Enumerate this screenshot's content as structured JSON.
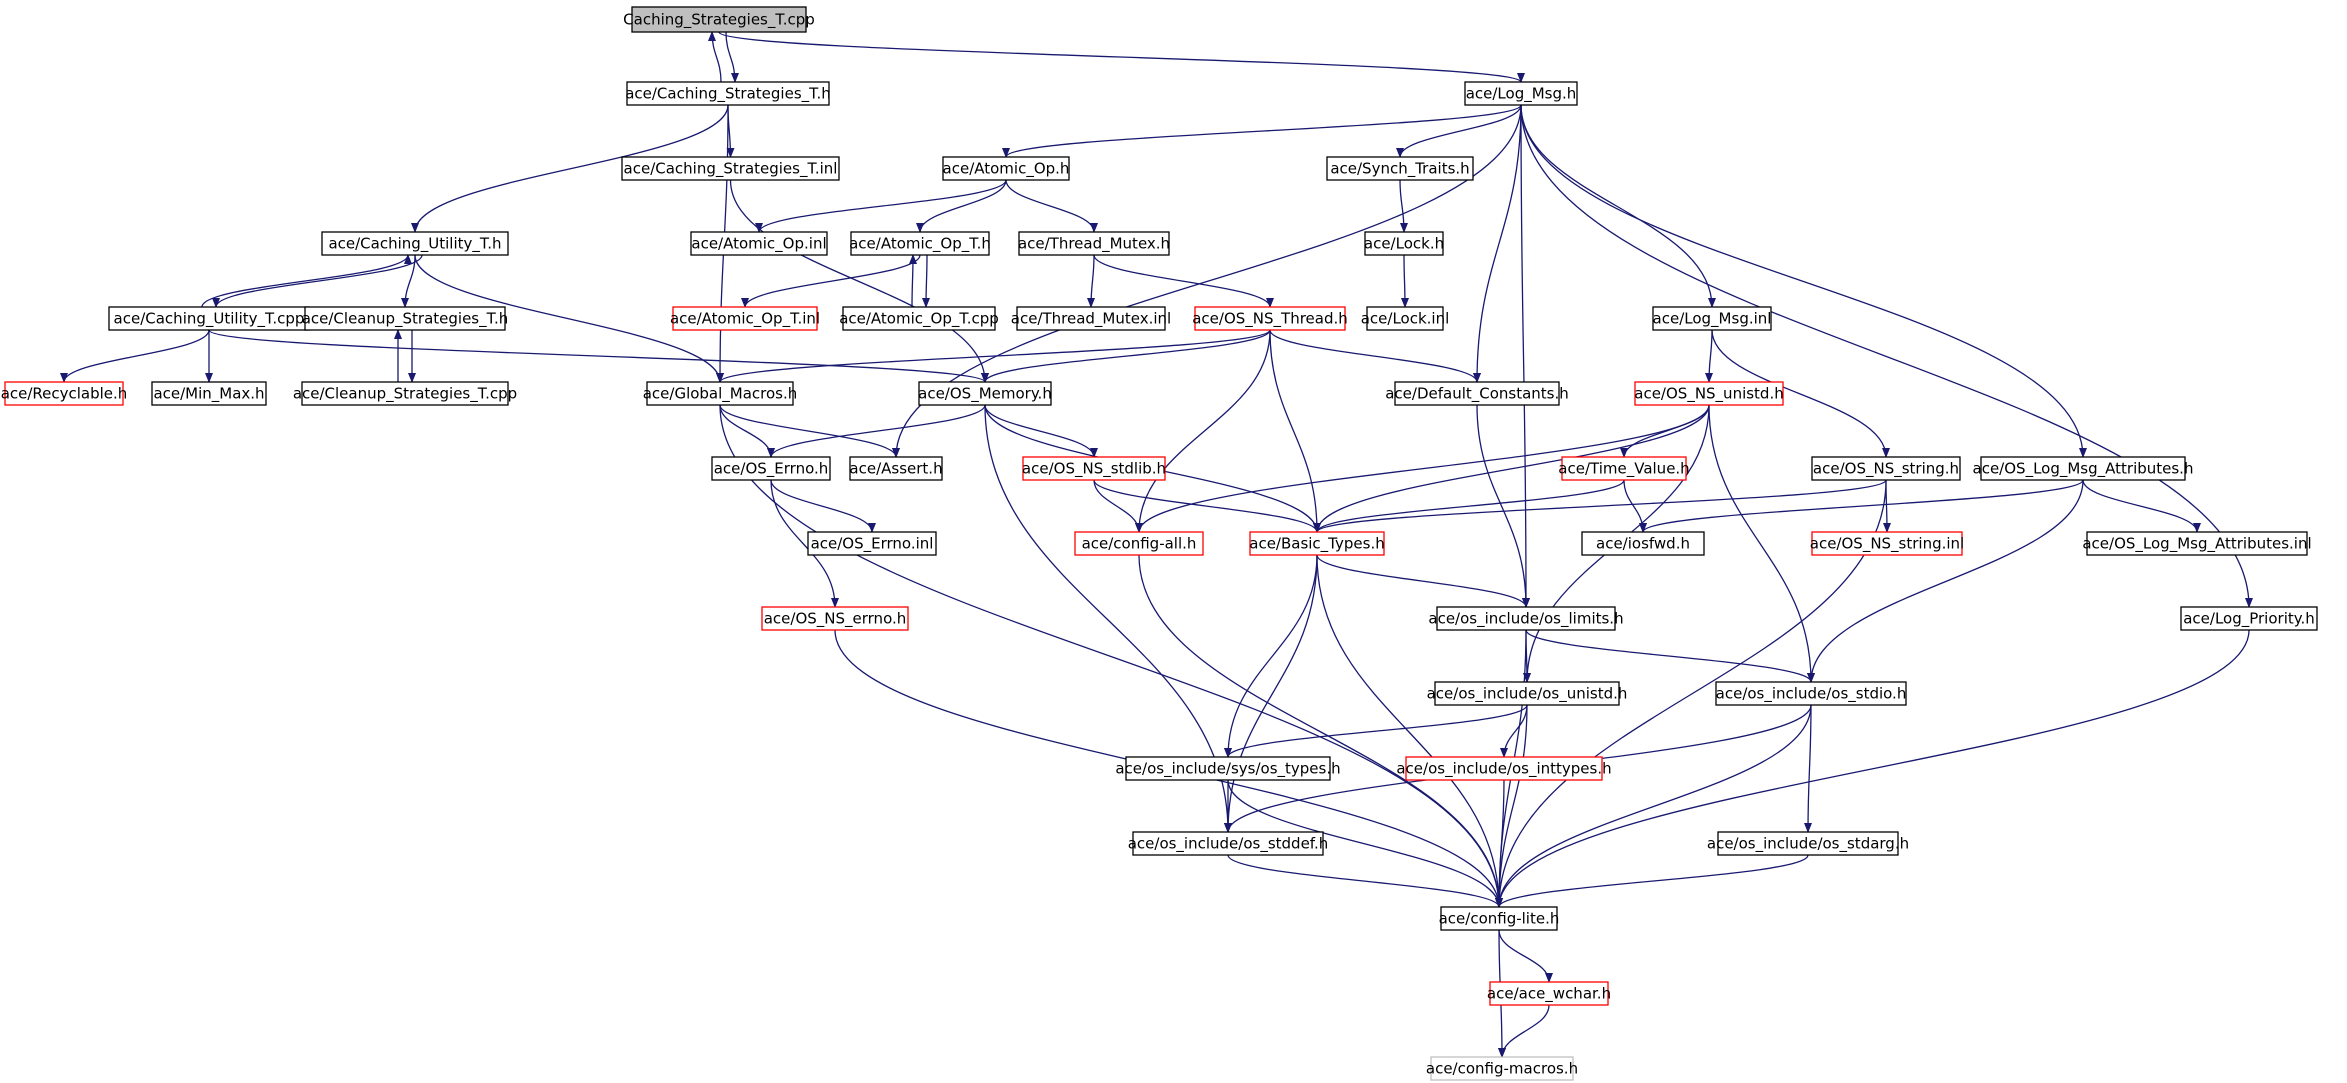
{
  "title": "Caching_Strategies_T.cpp",
  "colors": {
    "edge": "#191970",
    "node_border_normal": "#000000",
    "node_border_truncated": "#ff0000",
    "node_border_external": "#bfbfbf",
    "root_fill": "#bfbfbf",
    "node_fill": "#ffffff"
  },
  "nodes": [
    {
      "id": "root",
      "label": "Caching_Strategies_T.cpp",
      "kind": "root"
    },
    {
      "id": "cst_h",
      "label": "ace/Caching_Strategies_T.h",
      "kind": "normal"
    },
    {
      "id": "logmsg_h",
      "label": "ace/Log_Msg.h",
      "kind": "normal"
    },
    {
      "id": "cst_inl",
      "label": "ace/Caching_Strategies_T.inl",
      "kind": "normal"
    },
    {
      "id": "atomic_h",
      "label": "ace/Atomic_Op.h",
      "kind": "normal"
    },
    {
      "id": "synch",
      "label": "ace/Synch_Traits.h",
      "kind": "normal"
    },
    {
      "id": "cut_h",
      "label": "ace/Caching_Utility_T.h",
      "kind": "normal"
    },
    {
      "id": "atomic_inl",
      "label": "ace/Atomic_Op.inl",
      "kind": "normal"
    },
    {
      "id": "atomicT_h",
      "label": "ace/Atomic_Op_T.h",
      "kind": "normal"
    },
    {
      "id": "tmutex_h",
      "label": "ace/Thread_Mutex.h",
      "kind": "normal"
    },
    {
      "id": "lock_h",
      "label": "ace/Lock.h",
      "kind": "normal"
    },
    {
      "id": "cut_cpp",
      "label": "ace/Caching_Utility_T.cpp",
      "kind": "normal"
    },
    {
      "id": "cleanup_h",
      "label": "ace/Cleanup_Strategies_T.h",
      "kind": "normal"
    },
    {
      "id": "atomicT_inl",
      "label": "ace/Atomic_Op_T.inl",
      "kind": "truncated"
    },
    {
      "id": "atomicT_cpp",
      "label": "ace/Atomic_Op_T.cpp",
      "kind": "normal"
    },
    {
      "id": "tmutex_inl",
      "label": "ace/Thread_Mutex.inl",
      "kind": "normal"
    },
    {
      "id": "osthread",
      "label": "ace/OS_NS_Thread.h",
      "kind": "truncated"
    },
    {
      "id": "lock_inl",
      "label": "ace/Lock.inl",
      "kind": "normal"
    },
    {
      "id": "logmsg_inl",
      "label": "ace/Log_Msg.inl",
      "kind": "normal"
    },
    {
      "id": "recyclable",
      "label": "ace/Recyclable.h",
      "kind": "truncated"
    },
    {
      "id": "minmax",
      "label": "ace/Min_Max.h",
      "kind": "normal"
    },
    {
      "id": "cleanup_cpp",
      "label": "ace/Cleanup_Strategies_T.cpp",
      "kind": "normal"
    },
    {
      "id": "globalmacros",
      "label": "ace/Global_Macros.h",
      "kind": "normal"
    },
    {
      "id": "osmemory",
      "label": "ace/OS_Memory.h",
      "kind": "normal"
    },
    {
      "id": "defconst",
      "label": "ace/Default_Constants.h",
      "kind": "normal"
    },
    {
      "id": "osunistd",
      "label": "ace/OS_NS_unistd.h",
      "kind": "truncated"
    },
    {
      "id": "oserrno",
      "label": "ace/OS_Errno.h",
      "kind": "normal"
    },
    {
      "id": "assert",
      "label": "ace/Assert.h",
      "kind": "normal"
    },
    {
      "id": "osstdlib",
      "label": "ace/OS_NS_stdlib.h",
      "kind": "truncated"
    },
    {
      "id": "timevalue",
      "label": "ace/Time_Value.h",
      "kind": "truncated"
    },
    {
      "id": "osstring",
      "label": "ace/OS_NS_string.h",
      "kind": "normal"
    },
    {
      "id": "oslogattr",
      "label": "ace/OS_Log_Msg_Attributes.h",
      "kind": "normal"
    },
    {
      "id": "oserrno_inl",
      "label": "ace/OS_Errno.inl",
      "kind": "normal"
    },
    {
      "id": "configall",
      "label": "ace/config-all.h",
      "kind": "truncated"
    },
    {
      "id": "basictypes",
      "label": "ace/Basic_Types.h",
      "kind": "truncated"
    },
    {
      "id": "iosfwd",
      "label": "ace/iosfwd.h",
      "kind": "normal"
    },
    {
      "id": "osstring_inl",
      "label": "ace/OS_NS_string.inl",
      "kind": "truncated"
    },
    {
      "id": "oslogattr_inl",
      "label": "ace/OS_Log_Msg_Attributes.inl",
      "kind": "normal"
    },
    {
      "id": "osnserrno",
      "label": "ace/OS_NS_errno.h",
      "kind": "truncated"
    },
    {
      "id": "oslimits",
      "label": "ace/os_include/os_limits.h",
      "kind": "normal"
    },
    {
      "id": "logpriority",
      "label": "ace/Log_Priority.h",
      "kind": "normal"
    },
    {
      "id": "os_unistd",
      "label": "ace/os_include/os_unistd.h",
      "kind": "normal"
    },
    {
      "id": "os_stdio",
      "label": "ace/os_include/os_stdio.h",
      "kind": "normal"
    },
    {
      "id": "os_systypes",
      "label": "ace/os_include/sys/os_types.h",
      "kind": "normal"
    },
    {
      "id": "os_inttypes",
      "label": "ace/os_include/os_inttypes.h",
      "kind": "truncated"
    },
    {
      "id": "os_stddef",
      "label": "ace/os_include/os_stddef.h",
      "kind": "normal"
    },
    {
      "id": "os_stdarg",
      "label": "ace/os_include/os_stdarg.h",
      "kind": "normal"
    },
    {
      "id": "configlite",
      "label": "ace/config-lite.h",
      "kind": "normal"
    },
    {
      "id": "acewchar",
      "label": "ace/ace_wchar.h",
      "kind": "truncated"
    },
    {
      "id": "configmacros",
      "label": "ace/config-macros.h",
      "kind": "external"
    }
  ],
  "edges": [
    [
      "root",
      "cst_h"
    ],
    [
      "root",
      "logmsg_h"
    ],
    [
      "cst_h",
      "root"
    ],
    [
      "cst_h",
      "cst_inl"
    ],
    [
      "cst_h",
      "cut_h"
    ],
    [
      "cst_h",
      "globalmacros"
    ],
    [
      "logmsg_h",
      "atomic_h"
    ],
    [
      "logmsg_h",
      "synch"
    ],
    [
      "logmsg_h",
      "logmsg_inl"
    ],
    [
      "logmsg_h",
      "defconst"
    ],
    [
      "logmsg_h",
      "assert"
    ],
    [
      "logmsg_h",
      "oslimits"
    ],
    [
      "logmsg_h",
      "oslogattr"
    ],
    [
      "logmsg_h",
      "logpriority"
    ],
    [
      "cst_inl",
      "osmemory"
    ],
    [
      "atomic_h",
      "atomic_inl"
    ],
    [
      "atomic_h",
      "atomicT_h"
    ],
    [
      "atomic_h",
      "tmutex_h"
    ],
    [
      "synch",
      "lock_h"
    ],
    [
      "lock_h",
      "lock_inl"
    ],
    [
      "cut_h",
      "cut_cpp"
    ],
    [
      "cut_h",
      "cleanup_h"
    ],
    [
      "cut_h",
      "globalmacros"
    ],
    [
      "cut_cpp",
      "cut_h"
    ],
    [
      "cut_cpp",
      "recyclable"
    ],
    [
      "cut_cpp",
      "minmax"
    ],
    [
      "cut_cpp",
      "osmemory"
    ],
    [
      "cleanup_h",
      "cleanup_cpp"
    ],
    [
      "cleanup_cpp",
      "cleanup_h"
    ],
    [
      "atomicT_h",
      "atomicT_inl"
    ],
    [
      "atomicT_h",
      "atomicT_cpp"
    ],
    [
      "atomicT_cpp",
      "atomicT_h"
    ],
    [
      "tmutex_h",
      "tmutex_inl"
    ],
    [
      "tmutex_h",
      "osthread"
    ],
    [
      "osthread",
      "globalmacros"
    ],
    [
      "osthread",
      "osmemory"
    ],
    [
      "osthread",
      "defconst"
    ],
    [
      "osthread",
      "configall"
    ],
    [
      "osthread",
      "basictypes"
    ],
    [
      "logmsg_inl",
      "osunistd"
    ],
    [
      "logmsg_inl",
      "osstring"
    ],
    [
      "globalmacros",
      "oserrno"
    ],
    [
      "globalmacros",
      "assert"
    ],
    [
      "globalmacros",
      "configlite"
    ],
    [
      "osmemory",
      "oserrno"
    ],
    [
      "osmemory",
      "osstdlib"
    ],
    [
      "osmemory",
      "basictypes"
    ],
    [
      "osmemory",
      "os_stddef"
    ],
    [
      "defconst",
      "oslimits"
    ],
    [
      "osunistd",
      "configall"
    ],
    [
      "osunistd",
      "basictypes"
    ],
    [
      "osunistd",
      "timevalue"
    ],
    [
      "osunistd",
      "os_unistd"
    ],
    [
      "osunistd",
      "os_stdio"
    ],
    [
      "oserrno",
      "oserrno_inl"
    ],
    [
      "oserrno",
      "osnserrno"
    ],
    [
      "osstdlib",
      "configall"
    ],
    [
      "osstdlib",
      "basictypes"
    ],
    [
      "timevalue",
      "basictypes"
    ],
    [
      "timevalue",
      "iosfwd"
    ],
    [
      "osstring",
      "basictypes"
    ],
    [
      "osstring",
      "osstring_inl"
    ],
    [
      "osstring",
      "configlite"
    ],
    [
      "oslogattr",
      "iosfwd"
    ],
    [
      "oslogattr",
      "oslogattr_inl"
    ],
    [
      "oslogattr",
      "os_stdio"
    ],
    [
      "configall",
      "configlite"
    ],
    [
      "basictypes",
      "oslimits"
    ],
    [
      "basictypes",
      "os_systypes"
    ],
    [
      "basictypes",
      "configlite"
    ],
    [
      "basictypes",
      "os_stddef"
    ],
    [
      "osnserrno",
      "configlite"
    ],
    [
      "oslimits",
      "os_unistd"
    ],
    [
      "oslimits",
      "os_stdio"
    ],
    [
      "oslimits",
      "configlite"
    ],
    [
      "logpriority",
      "configlite"
    ],
    [
      "os_unistd",
      "os_systypes"
    ],
    [
      "os_unistd",
      "os_inttypes"
    ],
    [
      "os_unistd",
      "configlite"
    ],
    [
      "os_stdio",
      "os_stddef"
    ],
    [
      "os_stdio",
      "os_stdarg"
    ],
    [
      "os_stdio",
      "configlite"
    ],
    [
      "os_systypes",
      "os_stddef"
    ],
    [
      "os_systypes",
      "configlite"
    ],
    [
      "os_inttypes",
      "configlite"
    ],
    [
      "os_stddef",
      "configlite"
    ],
    [
      "os_stdarg",
      "configlite"
    ],
    [
      "configlite",
      "acewchar"
    ],
    [
      "configlite",
      "configmacros"
    ],
    [
      "acewchar",
      "configmacros"
    ]
  ]
}
